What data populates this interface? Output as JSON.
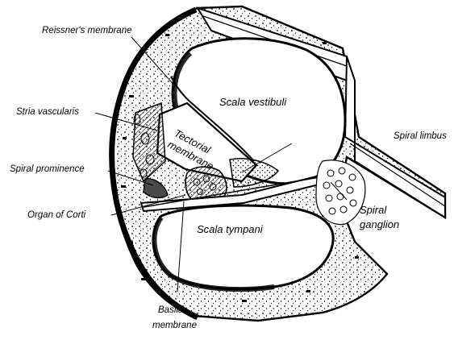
{
  "labels": {
    "reissners_membrane": "Reissner's membrane",
    "stria_vascularis": "Stria vascularis",
    "scala_vestibuli": "Scala vestibuli",
    "tectorial_line1": "Tectorial",
    "tectorial_line2": "membrane",
    "spiral_limbus": "Spiral limbus",
    "spiral_prominence": "Spiral prominence",
    "organ_of_corti": "Organ of Corti",
    "scala_tympani": "Scala tympani",
    "spiral_ganglion_line1": "Spiral",
    "spiral_ganglion_line2": "ganglion",
    "basilar_line1": "Basilar",
    "basilar_line2": "membrane"
  },
  "colors": {
    "ink": "#000000",
    "paper": "#ffffff",
    "tissue": "#4a4a4a"
  }
}
